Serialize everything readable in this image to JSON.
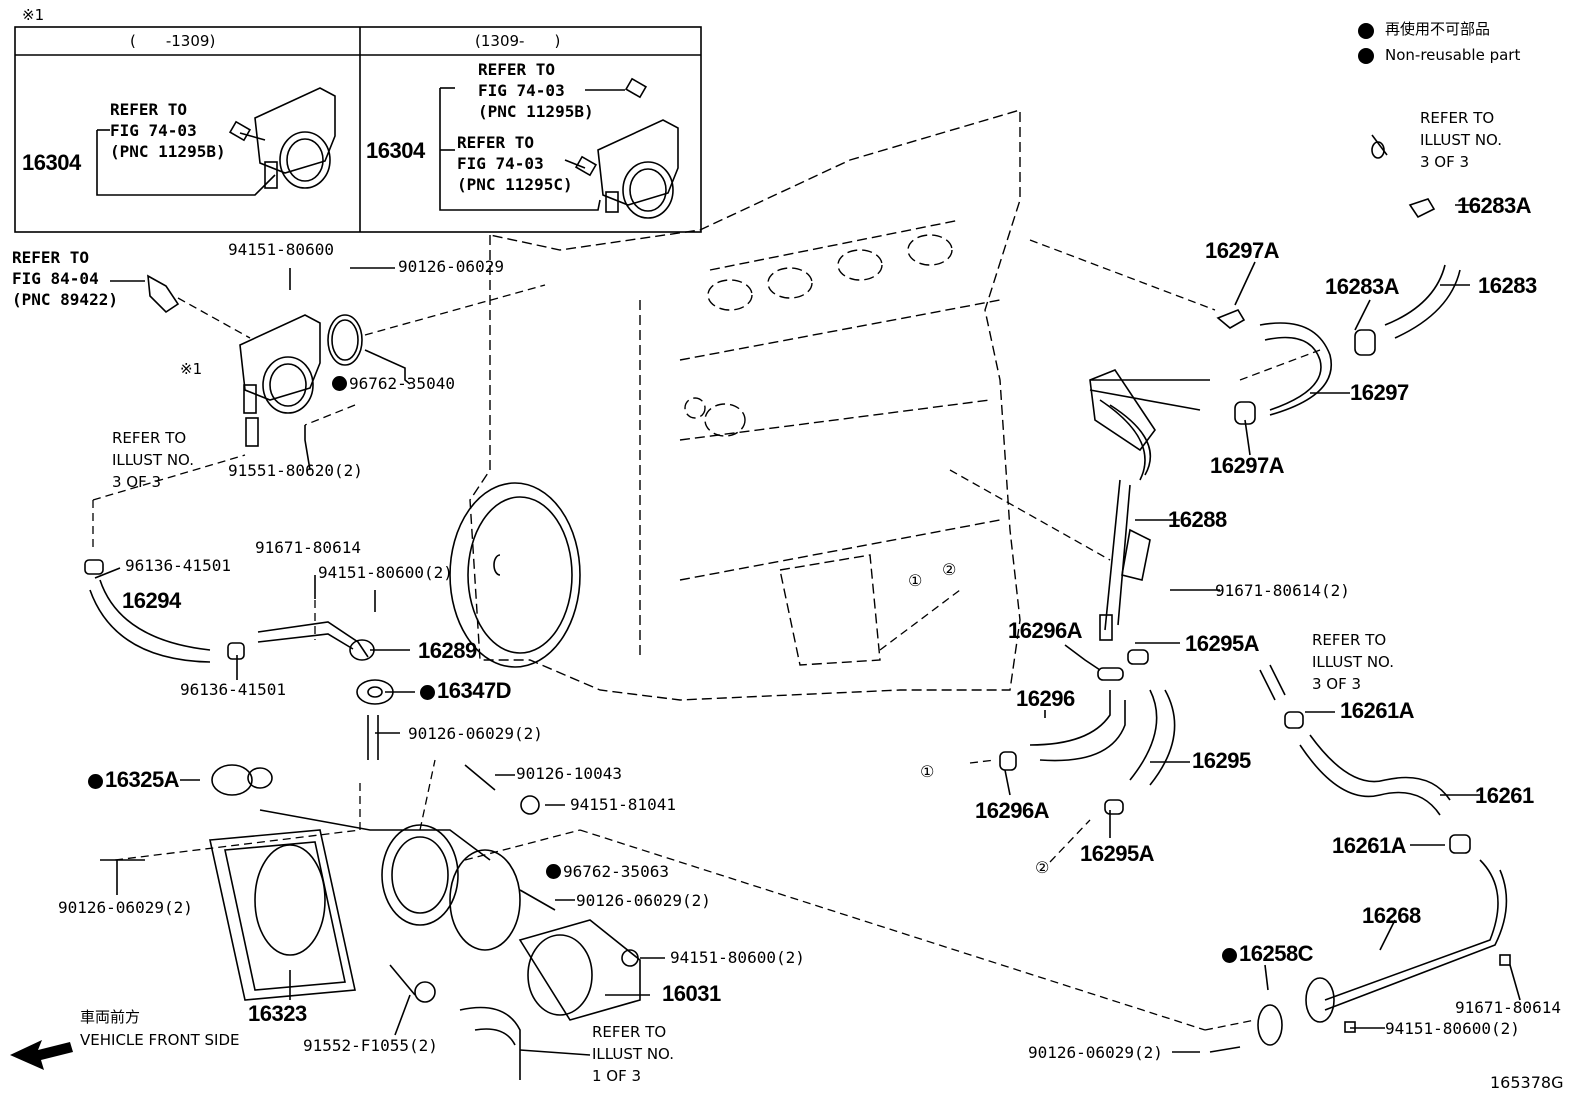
{
  "header": {
    "note_mark": "※1",
    "inset_left_range": "(　　-1309)",
    "inset_right_range": "(1309-　　)"
  },
  "legend": {
    "ja": "再使用不可部品",
    "en": "Non-reusable part"
  },
  "insets": {
    "left": {
      "part": "16304",
      "ref": "REFER TO\nFIG 74-03\n(PNC 11295B)"
    },
    "right": {
      "part": "16304",
      "ref_upper": "REFER TO\nFIG 74-03\n(PNC 11295B)",
      "ref_lower": "REFER TO\nFIG 74-03\n(PNC 11295C)"
    }
  },
  "refs": {
    "fig84": "REFER TO\nFIG 84-04\n(PNC 89422)",
    "illust_left": "REFER TO\nILLUST NO.\n3 OF 3",
    "illust_top_right": "REFER TO\nILLUST NO.\n3 OF 3",
    "illust_mid_right": "REFER TO\nILLUST NO.\n3 OF 3",
    "illust_bottom": "REFER TO\nILLUST NO.\n1 OF 3"
  },
  "parts": {
    "p94151_80600": "94151-80600",
    "p90126_06029": "90126-06029",
    "mark1": "※1",
    "p96762_35040": "96762-35040",
    "p91551_80620": "91551-80620(2)",
    "p96136_41501_a": "96136-41501",
    "p91671_80614": "91671-80614",
    "p94151_80600_2": "94151-80600(2)",
    "p16294": "16294",
    "p16289": "16289",
    "p96136_41501_b": "96136-41501",
    "p16347D": "16347D",
    "p90126_06029_2a": "90126-06029(2)",
    "p16325A": "16325A",
    "p90126_10043": "90126-10043",
    "p94151_81041": "94151-81041",
    "p90126_06029_2b": "90126-06029(2)",
    "p96762_35063": "96762-35063",
    "p90126_06029_2c": "90126-06029(2)",
    "p94151_80600_2b": "94151-80600(2)",
    "p16031": "16031",
    "p16323": "16323",
    "p91552_F1055": "91552-F1055(2)",
    "p16283A_top": "16283A",
    "p16297A_top": "16297A",
    "p16283A_mid": "16283A",
    "p16283": "16283",
    "p16297": "16297",
    "p16297A_bot": "16297A",
    "p16288": "16288",
    "p91671_80614_2": "91671-80614(2)",
    "p16296A_top": "16296A",
    "p16295A_top": "16295A",
    "p16296": "16296",
    "p16295": "16295",
    "p16296A_bot": "16296A",
    "p16295A_bot": "16295A",
    "p16261A_top": "16261A",
    "p16261": "16261",
    "p16261A_bot": "16261A",
    "p16268": "16268",
    "p16258C": "16258C",
    "p91671_80614_b": "91671-80614",
    "p94151_80600_2c": "94151-80600(2)",
    "p90126_06029_2d": "90126-06029(2)"
  },
  "callouts": {
    "c1": "①",
    "c2": "②"
  },
  "direction": {
    "ja": "車両前方",
    "en": "VEHICLE FRONT SIDE"
  },
  "figure_id": "165378G"
}
